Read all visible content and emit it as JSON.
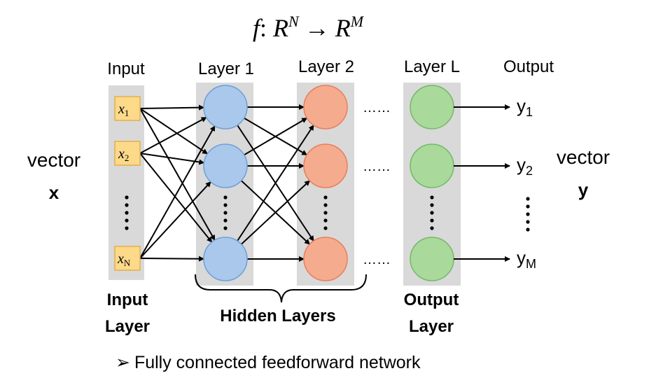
{
  "formula": {
    "f": "f",
    "colon": ": ",
    "domain": "R",
    "domain_exp": "N",
    "arrow": "→",
    "codomain": "R",
    "codomain_exp": "M"
  },
  "headers": {
    "input": "Input",
    "layer1": "Layer 1",
    "layer2": "Layer 2",
    "layerL": "Layer L",
    "output": "Output"
  },
  "inputs": [
    {
      "var": "x",
      "sub": "1"
    },
    {
      "var": "x",
      "sub": "2"
    },
    {
      "var": "x",
      "sub": "N"
    }
  ],
  "outputs": [
    {
      "var": "y",
      "sub": "1"
    },
    {
      "var": "y",
      "sub": "2"
    },
    {
      "var": "y",
      "sub": "M"
    }
  ],
  "side_labels": {
    "left_word": "vector",
    "left_var": "x",
    "right_word": "vector",
    "right_var": "y"
  },
  "ellipsis": "……",
  "bottom_labels": {
    "input_layer_1": "Input",
    "input_layer_2": "Layer",
    "hidden_layers": "Hidden Layers",
    "output_layer_1": "Output",
    "output_layer_2": "Layer"
  },
  "caption": {
    "bullet": "➢",
    "text": "Fully connected feedforward network"
  },
  "colors": {
    "column_bg": "#d9d9d9",
    "input_box": "#fdd98a",
    "input_box_border": "#e2b04a",
    "layer1_node": "#a9c8ec",
    "layer1_border": "#6f9fd6",
    "layer2_node": "#f5ab8e",
    "layer2_border": "#e5805c",
    "layerL_node": "#a9d99b",
    "layerL_border": "#75b866",
    "edge": "#000000"
  }
}
